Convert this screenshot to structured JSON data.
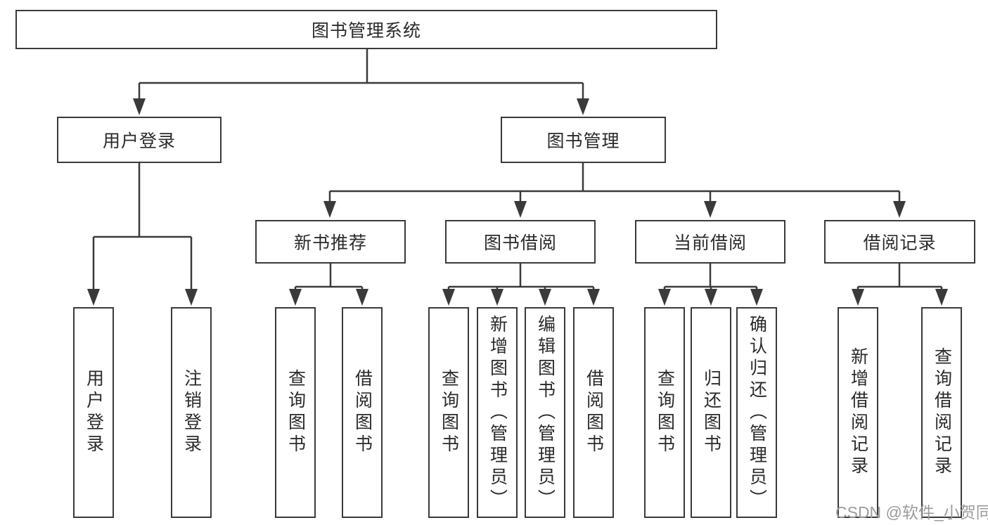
{
  "tree": {
    "root": "图书管理系统",
    "children": [
      {
        "label": "用户登录",
        "children": [
          {
            "label": "用户登录"
          },
          {
            "label": "注销登录"
          }
        ]
      },
      {
        "label": "图书管理",
        "children": [
          {
            "label": "新书推荐",
            "children": [
              {
                "label": "查询图书"
              },
              {
                "label": "借阅图书"
              }
            ]
          },
          {
            "label": "图书借阅",
            "children": [
              {
                "label": "查询图书"
              },
              {
                "label": "新增图书（管理员）"
              },
              {
                "label": "编辑图书（管理员）"
              },
              {
                "label": "借阅图书"
              }
            ]
          },
          {
            "label": "当前借阅",
            "children": [
              {
                "label": "查询图书"
              },
              {
                "label": "归还图书"
              },
              {
                "label": "确认归还（管理员）"
              }
            ]
          },
          {
            "label": "借阅记录",
            "children": [
              {
                "label": "新增借阅记录"
              },
              {
                "label": "查询借阅记录"
              }
            ]
          }
        ]
      }
    ]
  },
  "watermark": {
    "text": "CSDN @软件_小贺同学"
  },
  "colors": {
    "line": "#3a3a3a",
    "box_border": "#3a3a3a",
    "text": "#2a2a2a",
    "watermark": "#9b9b9b",
    "background": "#ffffff"
  }
}
